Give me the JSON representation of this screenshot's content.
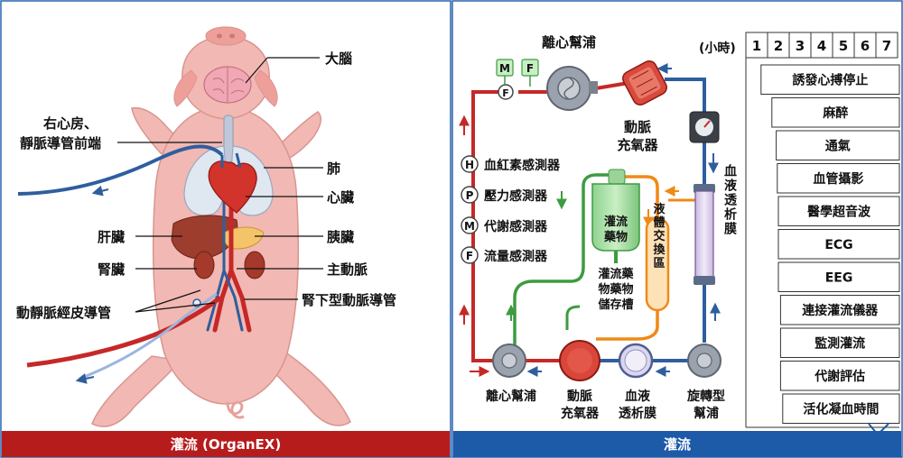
{
  "left_panel": {
    "labels": {
      "brain": "大腦",
      "right_atrium": "右心房、",
      "svc_catheter": "靜脈導管前端",
      "lung": "肺",
      "heart": "心臟",
      "pancreas": "胰臟",
      "liver": "肝臟",
      "kidney": "腎臟",
      "aorta": "主動脈",
      "av_catheter": "動靜脈經皮導管",
      "infrarenal_catheter": "腎下型動脈導管"
    },
    "footer": "灌流 (OrganEX)"
  },
  "right_panel": {
    "top_pump": "離心幫浦",
    "top_oxygenator_l1": "動脈",
    "top_oxygenator_l2": "充氧器",
    "sensor_m": "M",
    "sensor_f": "F",
    "sensors": [
      {
        "letter": "H",
        "label": "血紅素感測器"
      },
      {
        "letter": "P",
        "label": "壓力感測器"
      },
      {
        "letter": "M",
        "label": "代謝感測器"
      },
      {
        "letter": "F",
        "label": "流量感測器"
      }
    ],
    "drug_bottle_l1": "灌流",
    "drug_bottle_l2": "藥物",
    "drug_store_l1": "灌流藥",
    "drug_store_l2": "物藥物",
    "drug_store_l3": "儲存槽",
    "exchange_zone": "液體交換區",
    "dialysis_membrane": "血液透析膜",
    "bottom_labels": [
      {
        "l1": "離心幫浦",
        "l2": ""
      },
      {
        "l1": "動脈",
        "l2": "充氧器"
      },
      {
        "l1": "血液",
        "l2": "透析膜"
      },
      {
        "l1": "旋轉型",
        "l2": "幫浦"
      }
    ],
    "footer": "灌流"
  },
  "timeline": {
    "unit": "(小時)",
    "hours": [
      "1",
      "2",
      "3",
      "4",
      "5",
      "6",
      "7"
    ],
    "steps": [
      "誘發心搏停止",
      "麻醉",
      "通氣",
      "血管攝影",
      "醫學超音波",
      "ECG",
      "EEG",
      "連接灌流儀器",
      "監測灌流",
      "代謝評估",
      "活化凝血時間"
    ]
  },
  "colors": {
    "left_footer": "#b71c1c",
    "right_footer": "#1d5aa8",
    "artery": "#c62828",
    "vein": "#2f5e9e",
    "drug_line": "#4caf50",
    "exchange_line": "#ef8a17",
    "pig_skin": "#f2b8b3"
  }
}
